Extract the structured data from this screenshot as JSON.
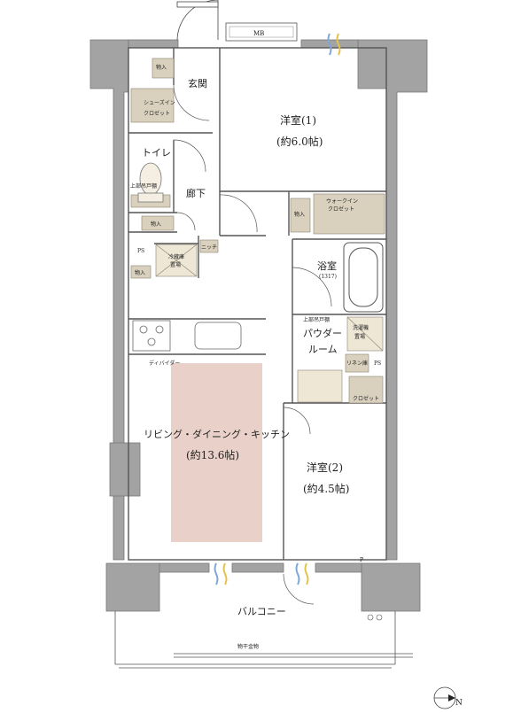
{
  "rooms": {
    "western1_name": "洋室(1)",
    "western1_size": "(約6.0帖)",
    "western2_name": "洋室(2)",
    "western2_size": "(約4.5帖)",
    "ldk_name": "リビング・ダイニング・キッチン",
    "ldk_size": "(約13.6帖)",
    "entrance": "玄関",
    "toilet": "トイレ",
    "corridor": "廊下",
    "bath": "浴室",
    "bath_code": "(1317)",
    "powder1": "パウダー",
    "powder2": "ルーム",
    "balcony": "バルコニー"
  },
  "labels": {
    "mb": "MB",
    "storage": "物入",
    "shoes1": "シューズイン",
    "shoes2": "クロゼット",
    "upper_cabinet_v": "上部吊戸棚",
    "niche": "ニッチ",
    "fridge1": "冷蔵庫",
    "fridge2": "置場",
    "ps": "PS",
    "walkin1": "ウォークイン",
    "walkin2": "クロゼット",
    "upper_cabinet": "上部吊戸棚",
    "washer1": "洗濯機",
    "washer2": "置場",
    "linen": "リネン庫",
    "closet": "クロゼット",
    "divider": "ディバイダー",
    "p": "P",
    "handrail": "物干金物",
    "compass": "N"
  },
  "colors": {
    "wall": "#a3a3a3",
    "wall_edge": "#777777",
    "furniture": "#d9d1be",
    "furniture_dark": "#c8bfa8",
    "ldk_highlight": "#e9d0c8",
    "vent_blue": "#7fa7d6",
    "vent_yellow": "#e3c24a"
  }
}
